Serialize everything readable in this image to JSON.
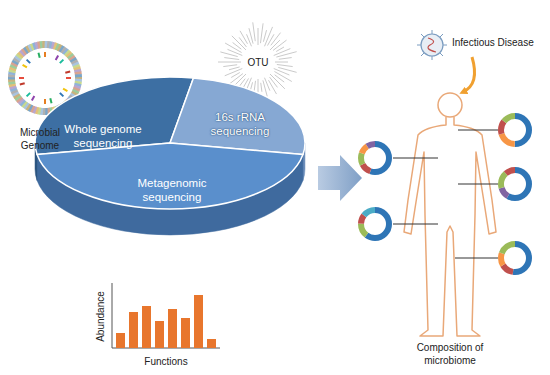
{
  "diagram": {
    "nodes": [
      {
        "text": [
          "Whole genome sequencing"
        ]
      },
      {
        "text": [
          "16s rRNA sequencing"
        ]
      },
      {
        "text": [
          "Metagenomic sequencing"
        ]
      }
    ],
    "labels": [
      "Microbial Genome",
      "OTU",
      "Infectious Disease",
      "Abundance",
      "Functions",
      "Composition of microbiome"
    ]
  }
}
